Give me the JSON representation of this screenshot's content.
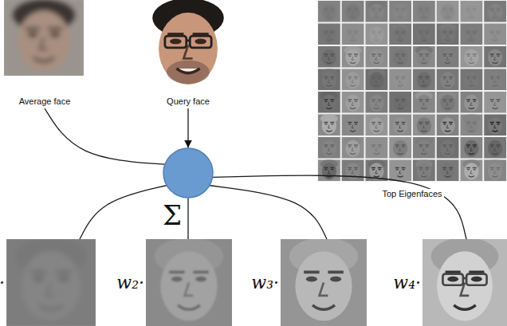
{
  "diagram": {
    "nodes": [
      {
        "text": [
          "Average face"
        ]
      },
      {
        "text": [
          "Query face"
        ]
      },
      {
        "text": [
          "Top Eigenfaces"
        ]
      },
      {
        "text": [
          "Σ"
        ]
      },
      {
        "text": [
          "·"
        ]
      },
      {
        "text": [
          "w₂·"
        ]
      },
      {
        "text": [
          "w₃·"
        ]
      },
      {
        "text": [
          "w₄·"
        ]
      }
    ],
    "edges": [
      {
        "from": 0,
        "to": 3,
        "arrow": "none"
      },
      {
        "from": 1,
        "to": 3,
        "arrow": "to"
      },
      {
        "from": 3,
        "to": 4,
        "arrow": "none"
      },
      {
        "from": 3,
        "to": 5,
        "arrow": "none"
      },
      {
        "from": 3,
        "to": 6,
        "arrow": "none"
      },
      {
        "from": 3,
        "to": 7,
        "arrow": "none"
      }
    ]
  }
}
